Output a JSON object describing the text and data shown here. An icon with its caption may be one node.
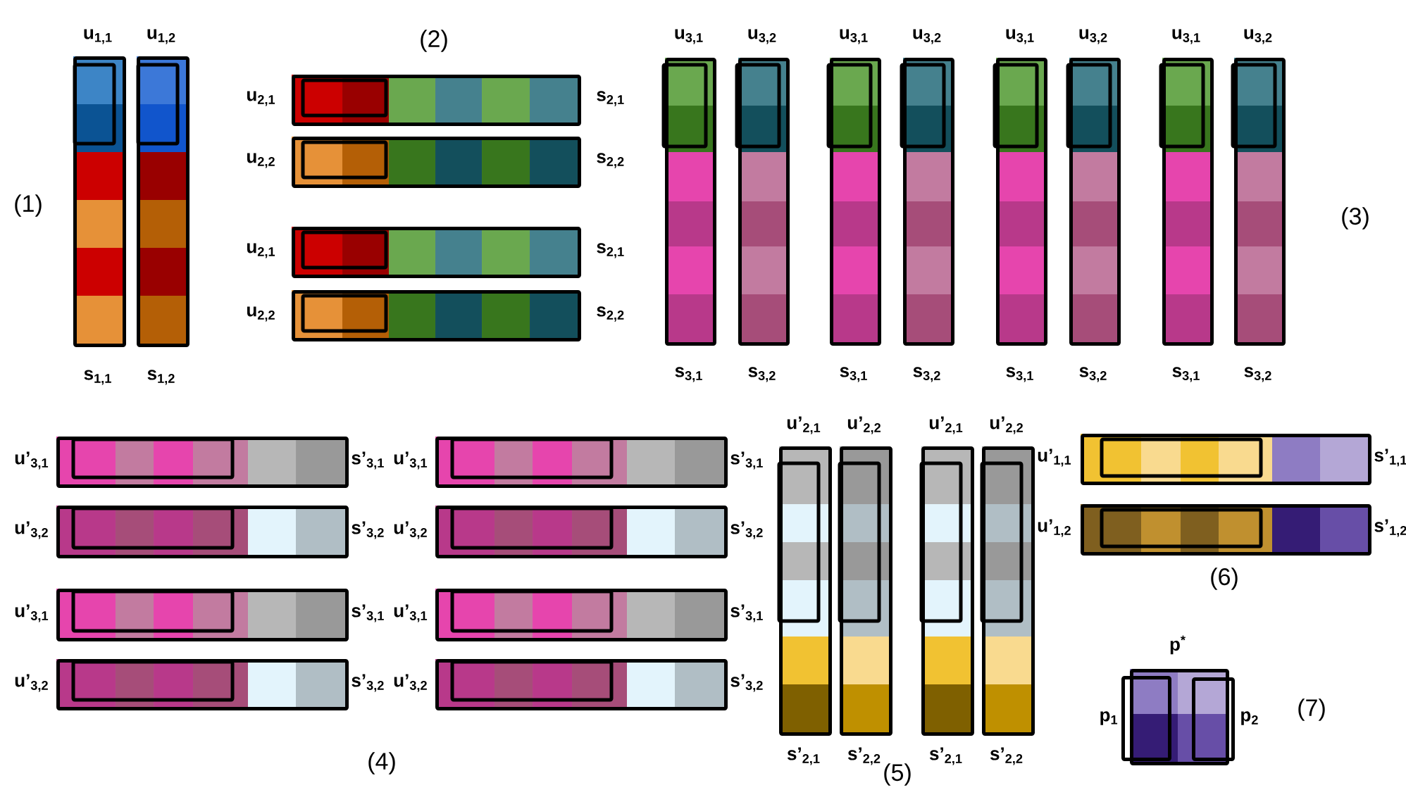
{
  "diagram": {
    "nodes": [
      {
        "text": [
          "u$_{1,1}$",
          "s$_{1,1}$"
        ]
      },
      {
        "text": [
          "u$_{1,2}$",
          "s$_{1,2}$"
        ]
      },
      {
        "text": [
          "u$_{2,1}$",
          "s$_{2,1}$"
        ]
      },
      {
        "text": [
          "u$_{2,2}$",
          "s$_{2,2}$"
        ]
      },
      {
        "text": [
          "u$_{2,1}$",
          "s$_{2,1}$"
        ]
      },
      {
        "text": [
          "u$_{2,2}$",
          "s$_{2,2}$"
        ]
      },
      {
        "text": [
          "u$_{3,1}$",
          "s$_{3,1}$"
        ]
      },
      {
        "text": [
          "u$_{3,2}$",
          "s$_{3,2}$"
        ]
      },
      {
        "text": [
          "u$_{3,1}$",
          "s$_{3,1}$"
        ]
      },
      {
        "text": [
          "u$_{3,2}$",
          "s$_{3,2}$"
        ]
      },
      {
        "text": [
          "u$_{3,1}$",
          "s$_{3,1}$"
        ]
      },
      {
        "text": [
          "u$_{3,2}$",
          "s$_{3,2}$"
        ]
      },
      {
        "text": [
          "u$_{3,1}$",
          "s$_{3,1}$"
        ]
      },
      {
        "text": [
          "u$_{3,2}$",
          "s$_{3,2}$"
        ]
      },
      {
        "text": [
          "u’$_{3,1}$",
          "s’$_{3,1}$"
        ]
      },
      {
        "text": [
          "u’$_{3,1}$",
          "s’$_{3,1}$"
        ]
      },
      {
        "text": [
          "u’$_{3,2}$",
          "s’$_{3,2}$"
        ]
      },
      {
        "text": [
          "u’$_{3,2}$",
          "s’$_{3,2}$"
        ]
      },
      {
        "text": [
          "u’$_{3,1}$",
          "s’$_{3,1}$"
        ]
      },
      {
        "text": [
          "u’$_{3,1}$",
          "s’$_{3,1}$"
        ]
      },
      {
        "text": [
          "u’$_{3,2}$",
          "s’$_{3,2}$"
        ]
      },
      {
        "text": [
          "u’$_{3,2}$",
          "s’$_{3,2}$"
        ]
      },
      {
        "text": [
          "u’$_{2,1}$",
          "s’$_{2,1}$"
        ]
      },
      {
        "text": [
          "u’$_{2,2}$",
          "s’$_{2,2}$"
        ]
      },
      {
        "text": [
          "u’$_{2,1}$",
          "s’$_{2,1}$"
        ]
      },
      {
        "text": [
          "u’$_{2,2}$",
          "s’$_{2,2}$"
        ]
      },
      {
        "text": [
          "u’$_{1,1}$",
          "s’$_{1,1}$"
        ]
      },
      {
        "text": [
          "u’$_{1,2}$",
          "s’$_{1,2}$"
        ]
      },
      {
        "text": [
          "p$^{*}$"
        ]
      },
      {
        "text": [
          "p$_{1}$"
        ]
      },
      {
        "text": [
          "p$_{2}$"
        ]
      }
    ],
    "labels": [
      "(1)",
      "(2)",
      "(3)",
      "(4)",
      "(5)",
      "(6)",
      "(7)"
    ]
  }
}
